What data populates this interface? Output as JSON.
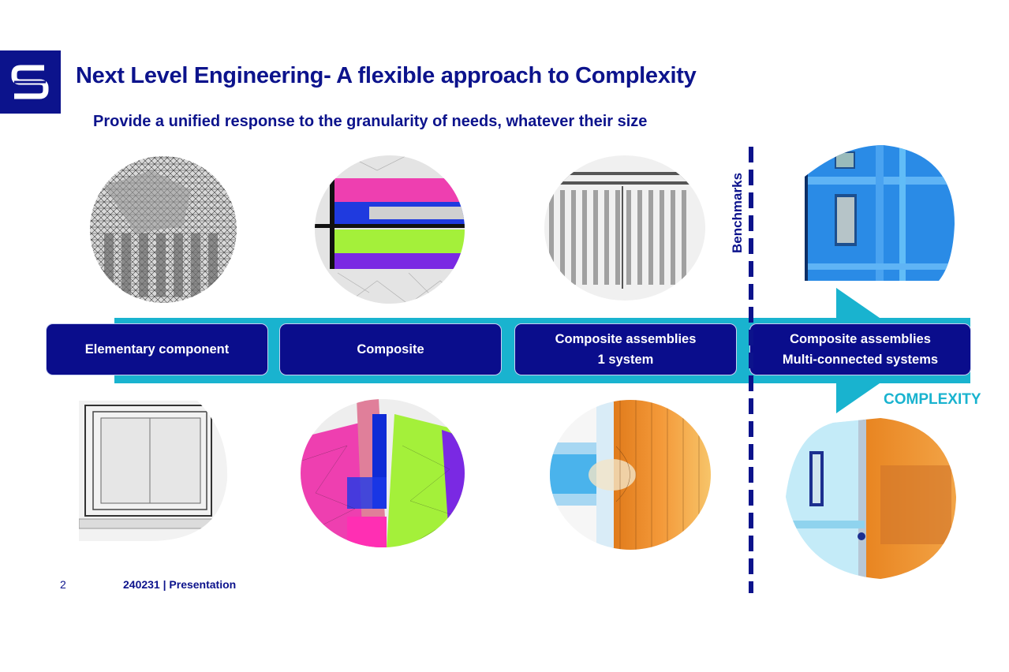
{
  "header": {
    "logo_letter": "S",
    "title": "Next Level Engineering- A flexible approach to Complexity",
    "subtitle": "Provide a unified response to the granularity of needs, whatever their size"
  },
  "stages": [
    {
      "line1": "Elementary component",
      "line2": ""
    },
    {
      "line1": "Composite",
      "line2": ""
    },
    {
      "line1": "Composite assemblies",
      "line2": "1 system"
    },
    {
      "line1": "Composite assemblies",
      "line2": "Multi-connected systems"
    }
  ],
  "benchmarks_label": "Benchmarks",
  "complexity_label": "COMPLEXITY",
  "footer": {
    "page_number": "2",
    "text": "240231 | Presentation"
  },
  "colors": {
    "navy": "#0c138c",
    "arrow_cyan": "#19b3cf",
    "box_fill": "#0a0d8c"
  },
  "images": [
    {
      "icon": "mesh-sphere-grey-icon"
    },
    {
      "icon": "mesh-composite-layers-icon"
    },
    {
      "icon": "mesh-grooved-panel-icon"
    },
    {
      "icon": "facade-window-blue-icon"
    },
    {
      "icon": "window-frame-grey-icon"
    },
    {
      "icon": "mesh-window-section-icon"
    },
    {
      "icon": "thermal-junction-icon"
    },
    {
      "icon": "thermal-facade-icon"
    }
  ]
}
